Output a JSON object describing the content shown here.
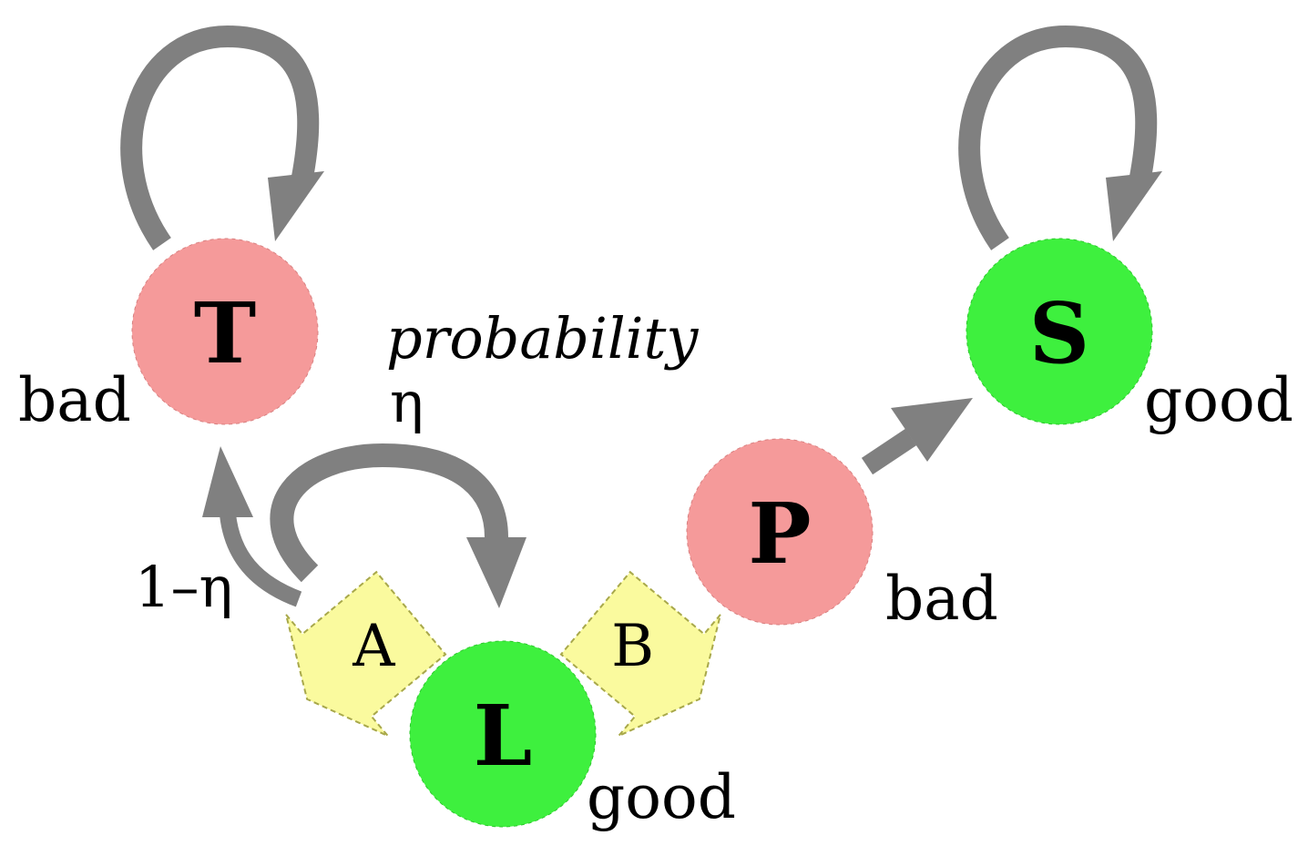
{
  "states": {
    "T": {
      "letter": "T",
      "status": "bad",
      "color": "#f59a9a"
    },
    "L": {
      "letter": "L",
      "status": "good",
      "color": "#3ef03e"
    },
    "P": {
      "letter": "P",
      "status": "bad",
      "color": "#f59a9a"
    },
    "S": {
      "letter": "S",
      "status": "good",
      "color": "#3ef03e"
    }
  },
  "actions": {
    "A": {
      "letter": "A",
      "color": "#fafa9e"
    },
    "B": {
      "letter": "B",
      "color": "#fafa9e"
    }
  },
  "probabilities": {
    "word": "probability",
    "eta": "η",
    "one_minus_eta": "1–η"
  },
  "colors": {
    "arrow": "#808080",
    "bad_state": "#f59a9a",
    "good_state": "#3ef03e",
    "action": "#fafa9e"
  }
}
